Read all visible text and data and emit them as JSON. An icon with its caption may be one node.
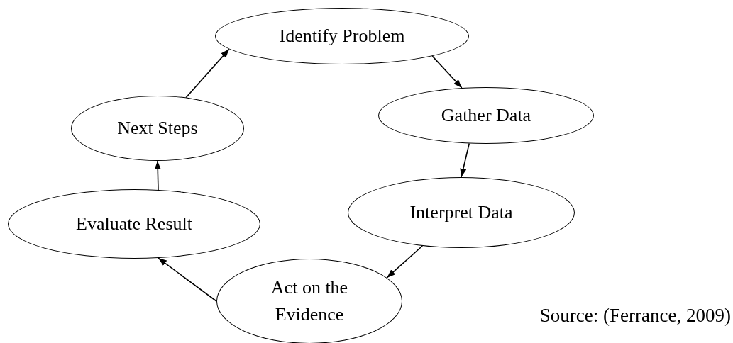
{
  "diagram": {
    "nodes": [
      {
        "text": [
          "Identify Problem"
        ]
      },
      {
        "text": [
          "Gather Data"
        ]
      },
      {
        "text": [
          "Interpret Data"
        ]
      },
      {
        "text": [
          "Act on the Evidence"
        ]
      },
      {
        "text": [
          "Evaluate Result"
        ]
      },
      {
        "text": [
          "Next Steps"
        ]
      }
    ],
    "edges": [
      {
        "from": 0,
        "to": 1,
        "arrow": "to"
      },
      {
        "from": 1,
        "to": 2,
        "arrow": "to"
      },
      {
        "from": 2,
        "to": 3,
        "arrow": "to"
      },
      {
        "from": 3,
        "to": 4,
        "arrow": "to"
      },
      {
        "from": 4,
        "to": 5,
        "arrow": "to"
      },
      {
        "from": 5,
        "to": 0,
        "arrow": "to"
      }
    ],
    "labels": [
      "Source: (Ferrance, 2009)"
    ]
  }
}
